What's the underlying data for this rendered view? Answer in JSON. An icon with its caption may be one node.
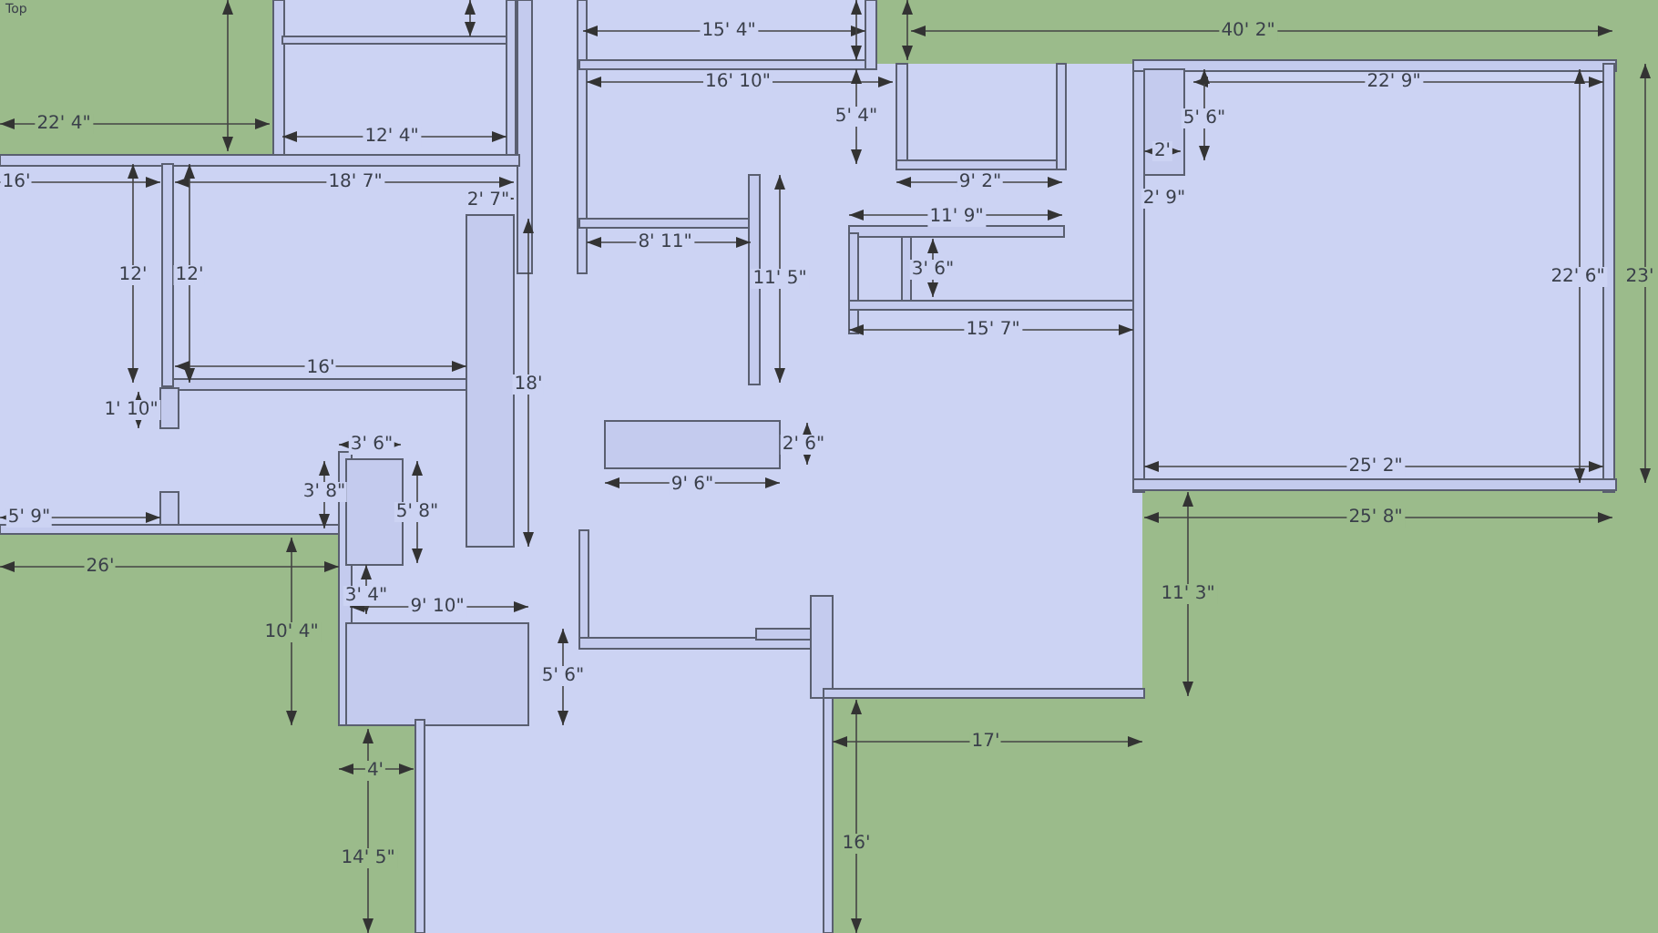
{
  "diagram": {
    "labels": [
      "Top",
      "22' 4\"",
      "15' 4\"",
      "40' 2\"",
      "12' 4\"",
      "16' 10\"",
      "22' 9\"",
      "5' 4\"",
      "5' 6\"",
      "16'",
      "18' 7\"",
      "9' 2\"",
      "2'",
      "2' 7\"",
      "2' 9\"",
      "8' 11\"",
      "11' 9\"",
      "12'",
      "12'",
      "11' 5\"",
      "3' 6\"",
      "22' 6\"",
      "23'",
      "15' 7\"",
      "16'",
      "18'",
      "1' 10\"",
      "3' 6\"",
      "2' 6\"",
      "3' 8\"",
      "5' 8\"",
      "9' 6\"",
      "25' 2\"",
      "5' 9\"",
      "25' 8\"",
      "26'",
      "3' 4\"",
      "11' 3\"",
      "9' 10\"",
      "10' 4\"",
      "5' 6\"",
      "17'",
      "4'",
      "14' 5\"",
      "16'"
    ]
  }
}
